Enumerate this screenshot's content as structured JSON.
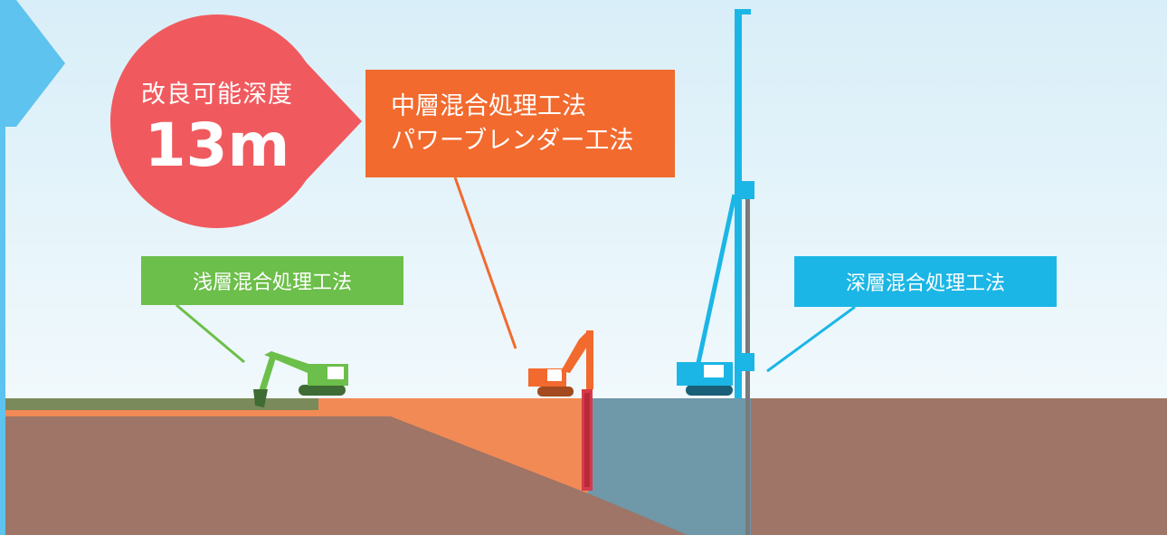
{
  "depth_bubble": {
    "title": "改良可能深度",
    "value": "13m",
    "color": "#f05a5e"
  },
  "methods": {
    "mid": {
      "line1": "中層混合処理工法",
      "line2": "パワーブレンダー工法",
      "color": "#f26a2e"
    },
    "shallow": {
      "label": "浅層混合処理工法",
      "color": "#6cbf4a"
    },
    "deep": {
      "label": "深層混合処理工法",
      "color": "#1bb6e6"
    }
  },
  "colors": {
    "sky_top": "#d8eef8",
    "sky_bottom": "#eef8fc",
    "soil": "#9e7566",
    "shallow_layer": "#7a8a5a",
    "mid_zone": "#f28a56",
    "deep_zone": "#6f98a8",
    "arrow": "#5ec3ee"
  }
}
